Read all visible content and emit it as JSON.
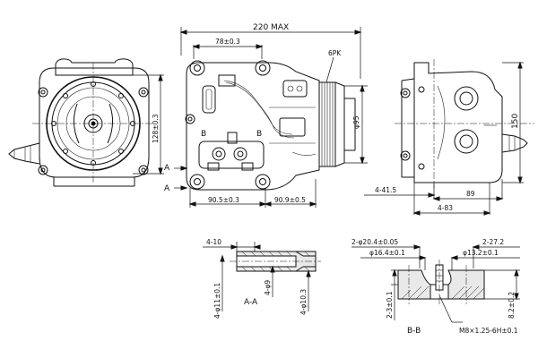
{
  "labels": {
    "overall_width": "220 MAX",
    "mount_spacing": "78±0.3",
    "belt": "6PK",
    "front_height": "128±0.3",
    "pulley_dia": "φ95",
    "side_height": "150",
    "lower_left": "90.5±0.3",
    "lower_right": "90.9±0.5",
    "section_a_top": "A",
    "section_a_bottom": "A",
    "mark_b_left": "B",
    "mark_b_right": "B",
    "side_41": "4-41.5",
    "side_89": "89",
    "side_83": "4-83",
    "aa_top": "4-10",
    "aa_d11": "4-φ11±0.1",
    "aa_d9": "4-φ9",
    "aa_d103": "4-φ10.3",
    "aa_title": "A-A",
    "bb_d204": "2-φ20.4±0.05",
    "bb_272": "2-27.2",
    "bb_d164": "φ16.4±0.1",
    "bb_d132": "φ13.2±0.1",
    "bb_3": "2-3±0.1",
    "bb_82": "8.2±0.2",
    "bb_thread": "M8×1.25-6H±0.1",
    "bb_title": "B-B"
  }
}
